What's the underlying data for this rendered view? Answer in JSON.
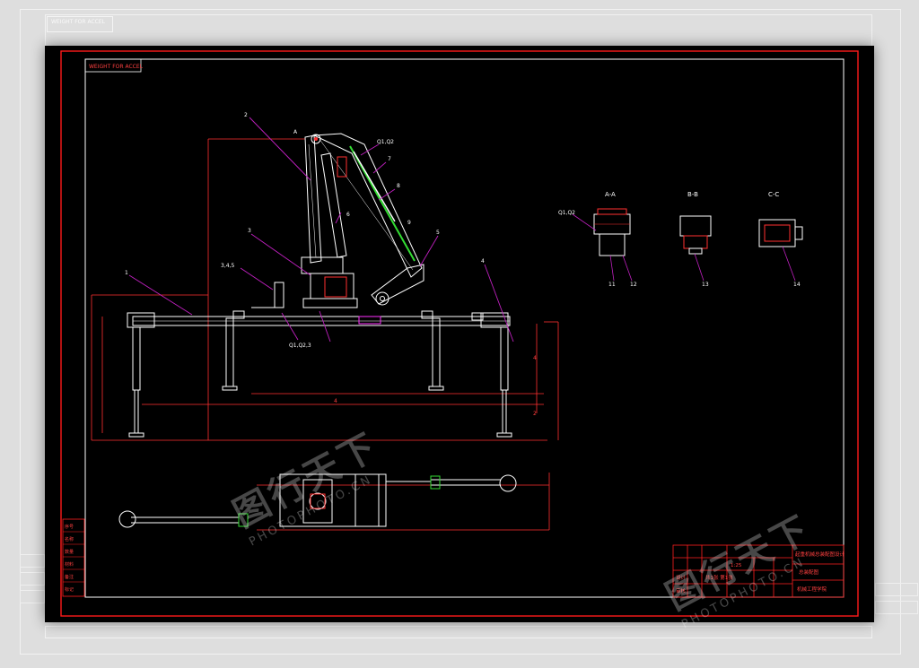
{
  "viewer": {
    "background_color": "#dedede",
    "canvas_color": "#000000"
  },
  "drawing": {
    "title_label": "WEIGHT FOR ACCEL",
    "colors": {
      "border": "#ff1a1a",
      "inner_border": "#ffffff",
      "part": "#ffffff",
      "dimension": "#ff3030",
      "leader": "#c020c0",
      "cylinder": "#33dd33",
      "highlight": "#ff30ff"
    },
    "callouts": {
      "c1": "1",
      "c2": "2",
      "c3": "3",
      "c4": "4",
      "c5": "5",
      "c6": "6",
      "c7": "7",
      "c8": "8",
      "c9": "9",
      "c10": "Q1,Q2",
      "c11": "3,4,5",
      "c12": "Q1,Q2,3"
    },
    "section_labels": [
      "A-A",
      "B-B",
      "C-C"
    ],
    "section_callouts": [
      "Q1,Q2",
      "11",
      "12",
      "13",
      "14"
    ],
    "dimension_labels": [
      "4",
      "2",
      "4",
      "A"
    ],
    "title_block": {
      "project_name": "起重机械总装配图设计",
      "drawing_name": "总装配图",
      "scale": "1:25",
      "sheet": "共1张 第1张",
      "designer": "设计",
      "checker": "审核",
      "school": "机械工程学院"
    },
    "side_table_rows": [
      "序号",
      "名称",
      "数量",
      "材料",
      "备注",
      "标记"
    ]
  },
  "watermarks": [
    {
      "glyphs": "图行天下",
      "text": "PHOTOPHOTO.CN"
    },
    {
      "glyphs": "图行天下",
      "text": "PHOTOPHOTO.CN"
    }
  ],
  "ghost_rows": [
    "",
    "",
    "",
    "",
    ""
  ]
}
